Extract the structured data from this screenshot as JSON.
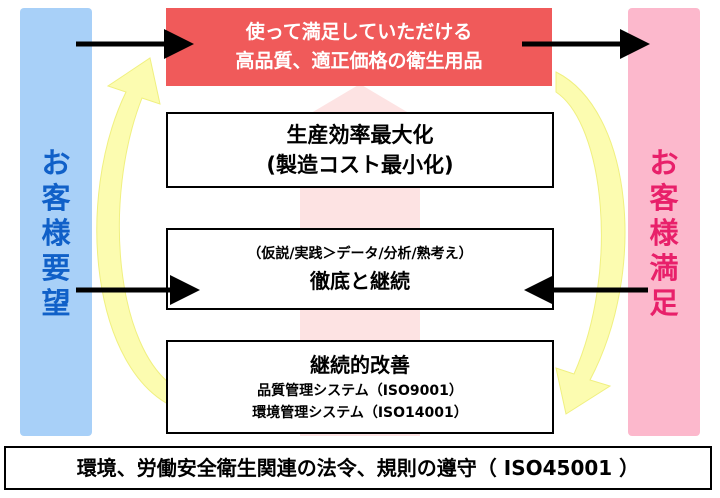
{
  "left_pillar": {
    "text": "お客様要望",
    "color": "#1060c8",
    "fill": "#a8d0f8"
  },
  "right_pillar": {
    "text": "お客様満足",
    "color": "#e8206a",
    "fill": "#fcb8cc"
  },
  "top_box": {
    "line1": "使って満足していただける",
    "line2": "高品質、適正価格の衛生用品",
    "fill": "#f05a5a"
  },
  "efficiency_box": {
    "line1": "生産効率最大化",
    "line2": "(製造コスト最小化)"
  },
  "practice_box": {
    "line1": "（仮説/実践＞データ/分析/熟考え）",
    "line2": "徹底と継続"
  },
  "kaizen_box": {
    "line1": "継続的改善",
    "line2": "品質管理システム（ISO9001）",
    "line3": "環境管理システム（ISO14001）"
  },
  "bottom_bar": {
    "text": "環境、労働安全衛生関連の法令、規則の遵守（ ISO45001 ）"
  }
}
